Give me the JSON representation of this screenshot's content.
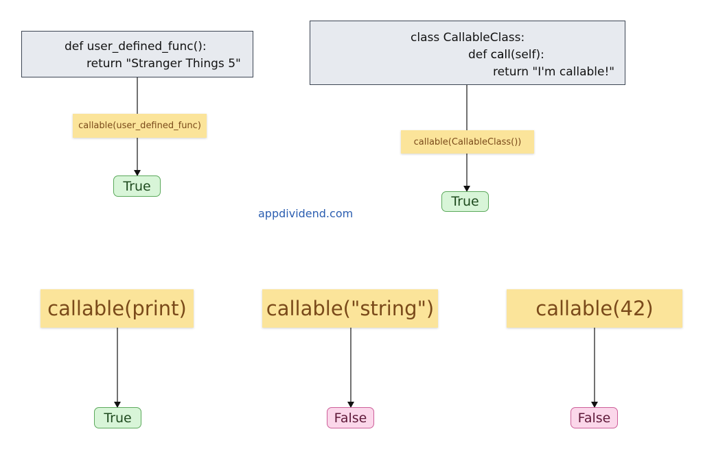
{
  "func_box": {
    "line1": "def user_defined_func():",
    "line2": "return \"Stranger Things 5\""
  },
  "class_box": {
    "line1": "class CallableClass:",
    "line2_kw": "def ",
    "line2_name": "call",
    "line2_rest": "(self):",
    "line3": "return \"I'm callable!\""
  },
  "checks": {
    "func_call": "callable(user_defined_func)",
    "func_result": "True",
    "class_call": "callable(CallableClass())",
    "class_result": "True",
    "print_call": "callable(print)",
    "print_result": "True",
    "string_call": "callable(\"string\")",
    "string_result": "False",
    "int_call": "callable(42)",
    "int_result": "False"
  },
  "watermark": "appdividend.com",
  "colors": {
    "code_box_fill": "#e7eaef",
    "call_fill": "#fbe49a",
    "true_fill": "#d8f5d8",
    "false_fill": "#fbd7ea",
    "watermark": "#2a5db0"
  }
}
